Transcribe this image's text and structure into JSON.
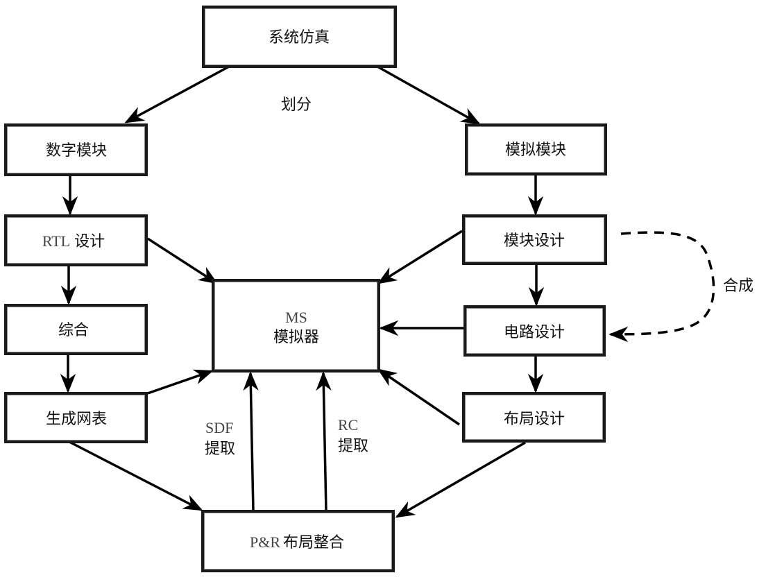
{
  "diagram": {
    "nodes": {
      "system_sim": {
        "label": "系统仿真"
      },
      "digital_module": {
        "label": "数字模块"
      },
      "rtl_design": {
        "latin": "RTL",
        "label": "设计"
      },
      "synthesis": {
        "label": "综合"
      },
      "netlist": {
        "label": "生成网表"
      },
      "analog_module": {
        "label": "模拟模块"
      },
      "module_design": {
        "label": "模块设计"
      },
      "circuit_design": {
        "label": "电路设计"
      },
      "layout_design": {
        "label": "布局设计"
      },
      "ms_simulator": {
        "latin": "MS",
        "label": "模拟器"
      },
      "pr_integration": {
        "latin": "P&R",
        "label": "布局整合"
      }
    },
    "edge_labels": {
      "partition": "划分",
      "synthesize": "合成",
      "sdf_latin": "SDF",
      "sdf_label": "提取",
      "rc_latin": "RC",
      "rc_label": "提取"
    },
    "edges": [
      {
        "from": "system_sim",
        "to": "digital_module"
      },
      {
        "from": "system_sim",
        "to": "analog_module"
      },
      {
        "from": "digital_module",
        "to": "rtl_design"
      },
      {
        "from": "rtl_design",
        "to": "synthesis"
      },
      {
        "from": "synthesis",
        "to": "netlist"
      },
      {
        "from": "rtl_design",
        "to": "ms_simulator"
      },
      {
        "from": "netlist",
        "to": "ms_simulator"
      },
      {
        "from": "netlist",
        "to": "pr_integration"
      },
      {
        "from": "analog_module",
        "to": "module_design"
      },
      {
        "from": "module_design",
        "to": "circuit_design"
      },
      {
        "from": "circuit_design",
        "to": "layout_design"
      },
      {
        "from": "module_design",
        "to": "ms_simulator"
      },
      {
        "from": "circuit_design",
        "to": "ms_simulator"
      },
      {
        "from": "layout_design",
        "to": "ms_simulator"
      },
      {
        "from": "layout_design",
        "to": "pr_integration"
      },
      {
        "from": "pr_integration",
        "to": "ms_simulator",
        "label": "SDF 提取"
      },
      {
        "from": "pr_integration",
        "to": "ms_simulator",
        "label": "RC 提取"
      },
      {
        "from": "module_design",
        "to": "circuit_design",
        "style": "dashed",
        "label": "合成"
      }
    ]
  }
}
